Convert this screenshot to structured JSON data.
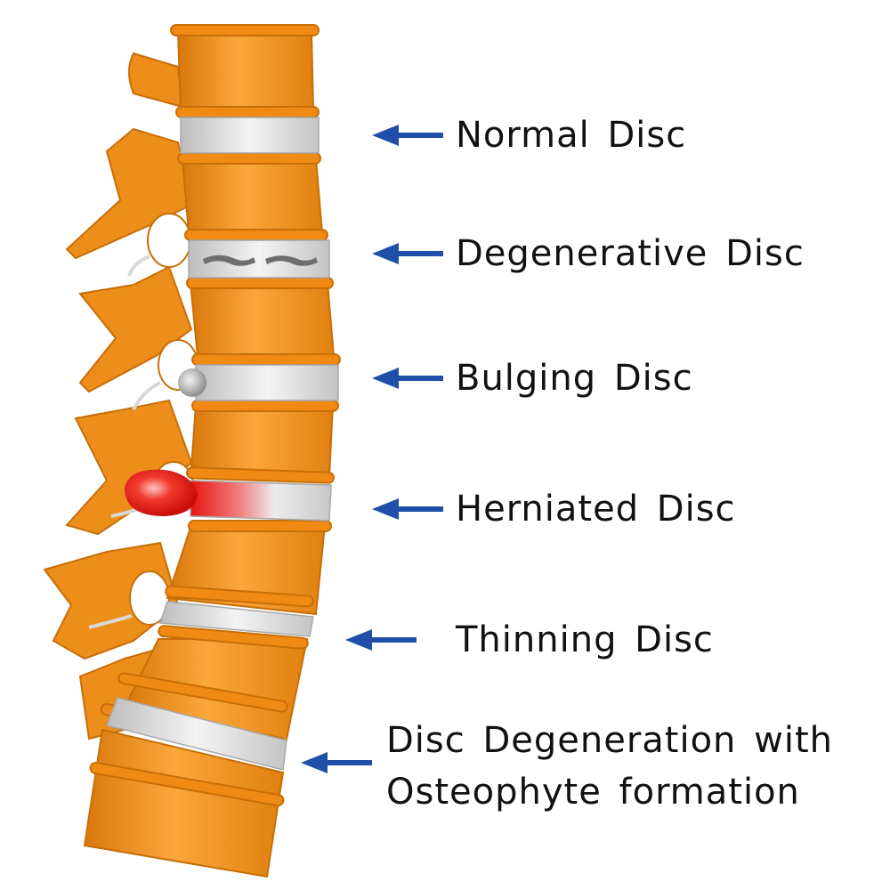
{
  "colors": {
    "bone": "#F5961E",
    "bone_light": "#FBB347",
    "bone_dark": "#C76A08",
    "disc": "#D8D8D8",
    "disc_light": "#F2F2F2",
    "herniation": "#E8140F",
    "arrow": "#1F4FA8",
    "text": "#111111"
  },
  "labels": [
    {
      "id": "normal",
      "text": "Normal Disc"
    },
    {
      "id": "degenerative",
      "text": "Degenerative Disc"
    },
    {
      "id": "bulging",
      "text": "Bulging Disc"
    },
    {
      "id": "herniated",
      "text": "Herniated Disc"
    },
    {
      "id": "thinning",
      "text": "Thinning Disc"
    },
    {
      "id": "osteophyte",
      "line1": "Disc Degeneration with",
      "line2": "Osteophyte formation"
    }
  ],
  "icons": [
    "arrow-left-icon"
  ]
}
